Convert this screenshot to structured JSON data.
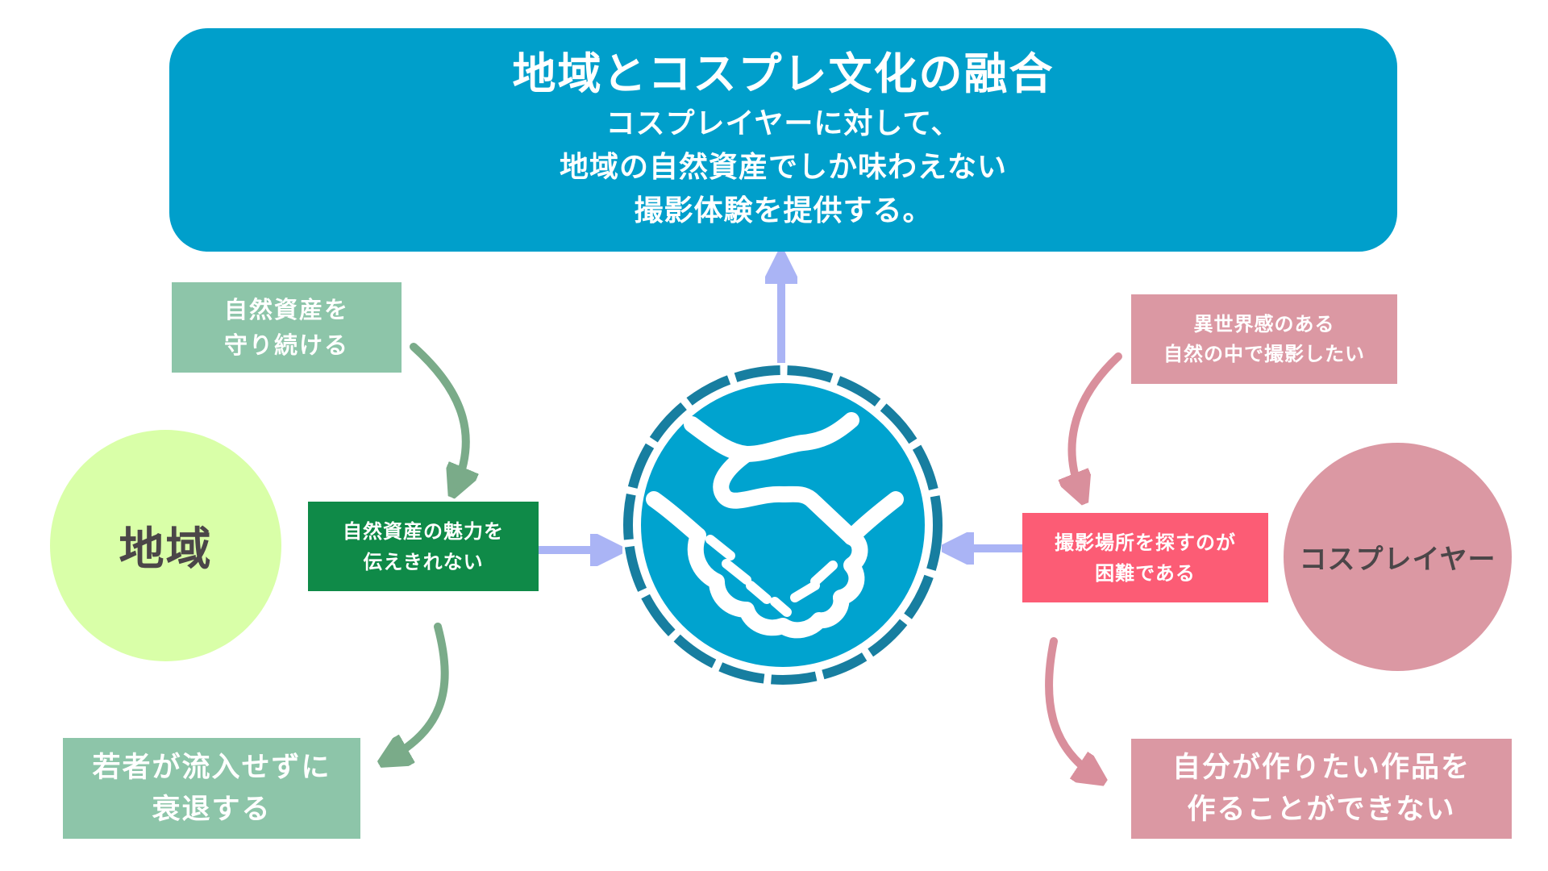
{
  "hero": {
    "title": "地域とコスプレ文化の融合",
    "lines": [
      "コスプレイヤーに対して、",
      "地域の自然資産でしか味わえない",
      "撮影体験を提供する。"
    ]
  },
  "region": {
    "label": "地域",
    "protect": [
      "自然資産を",
      "守り続ける"
    ],
    "problem": [
      "自然資産の魅力を",
      "伝えきれない"
    ],
    "consequence": [
      "若者が流入せずに",
      "衰退する"
    ]
  },
  "cosplayer": {
    "label": "コスプレイヤー",
    "desire": [
      "異世界感のある",
      "自然の中で撮影したい"
    ],
    "problem": [
      "撮影場所を探すのが",
      "困難である"
    ],
    "consequence": [
      "自分が作りたい作品を",
      "作ることができない"
    ]
  },
  "hub": {
    "icon": "handshake-icon"
  },
  "colors": {
    "hero": "#009fcb",
    "region_circle": "#d9ffa8",
    "region_box": "#8dc5a9",
    "region_problem": "#0f8a48",
    "cosplayer_box": "#db98a3",
    "cosplayer_problem": "#fc5c75",
    "connector": "#aab4f5",
    "region_arrow": "#7aab89",
    "cosplayer_arrow": "#d98f9c",
    "hub_ring": "#177ea0"
  }
}
